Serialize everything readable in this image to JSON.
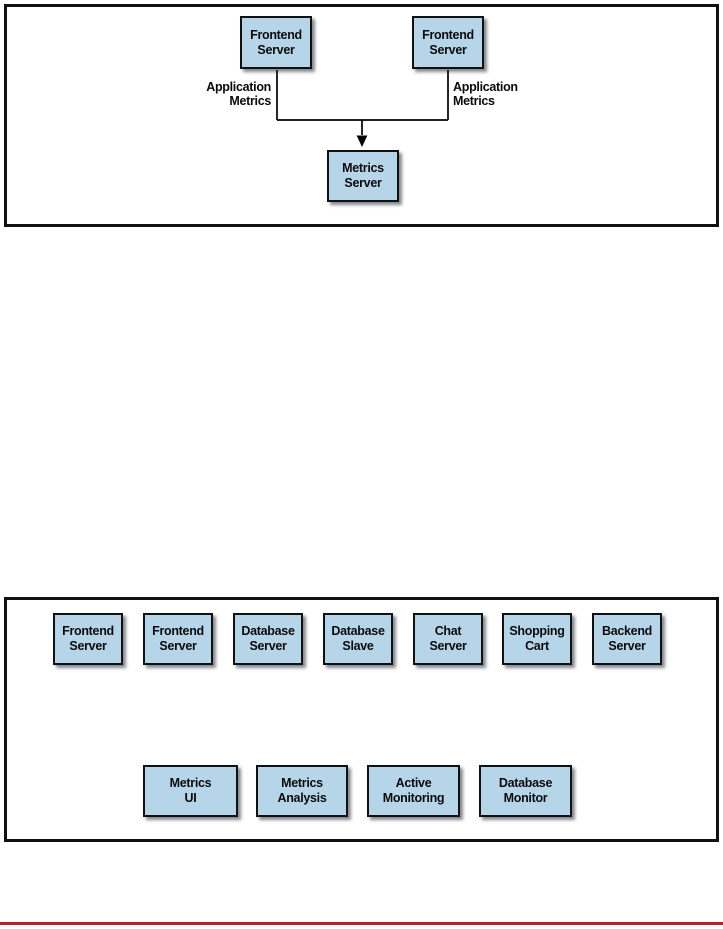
{
  "figure1": {
    "nodes": {
      "frontend1": "Frontend\nServer",
      "frontend2": "Frontend\nServer",
      "metrics_server": "Metrics\nServer"
    },
    "edge_labels": {
      "left": "Application\nMetrics",
      "right": "Application\nMetrics"
    }
  },
  "figure2": {
    "servers": [
      "Frontend\nServer",
      "Frontend\nServer",
      "Database\nServer",
      "Database\nSlave",
      "Chat\nServer",
      "Shopping\nCart",
      "Backend\nServer"
    ],
    "monitors": [
      "Metrics\nUI",
      "Metrics\nAnalysis",
      "Active\nMonitoring",
      "Database\nMonitor"
    ]
  },
  "colors": {
    "node_fill": "#b7d5e9",
    "node_border": "#111111",
    "connector": "#000000",
    "bottom_rule": "#bb2026"
  }
}
